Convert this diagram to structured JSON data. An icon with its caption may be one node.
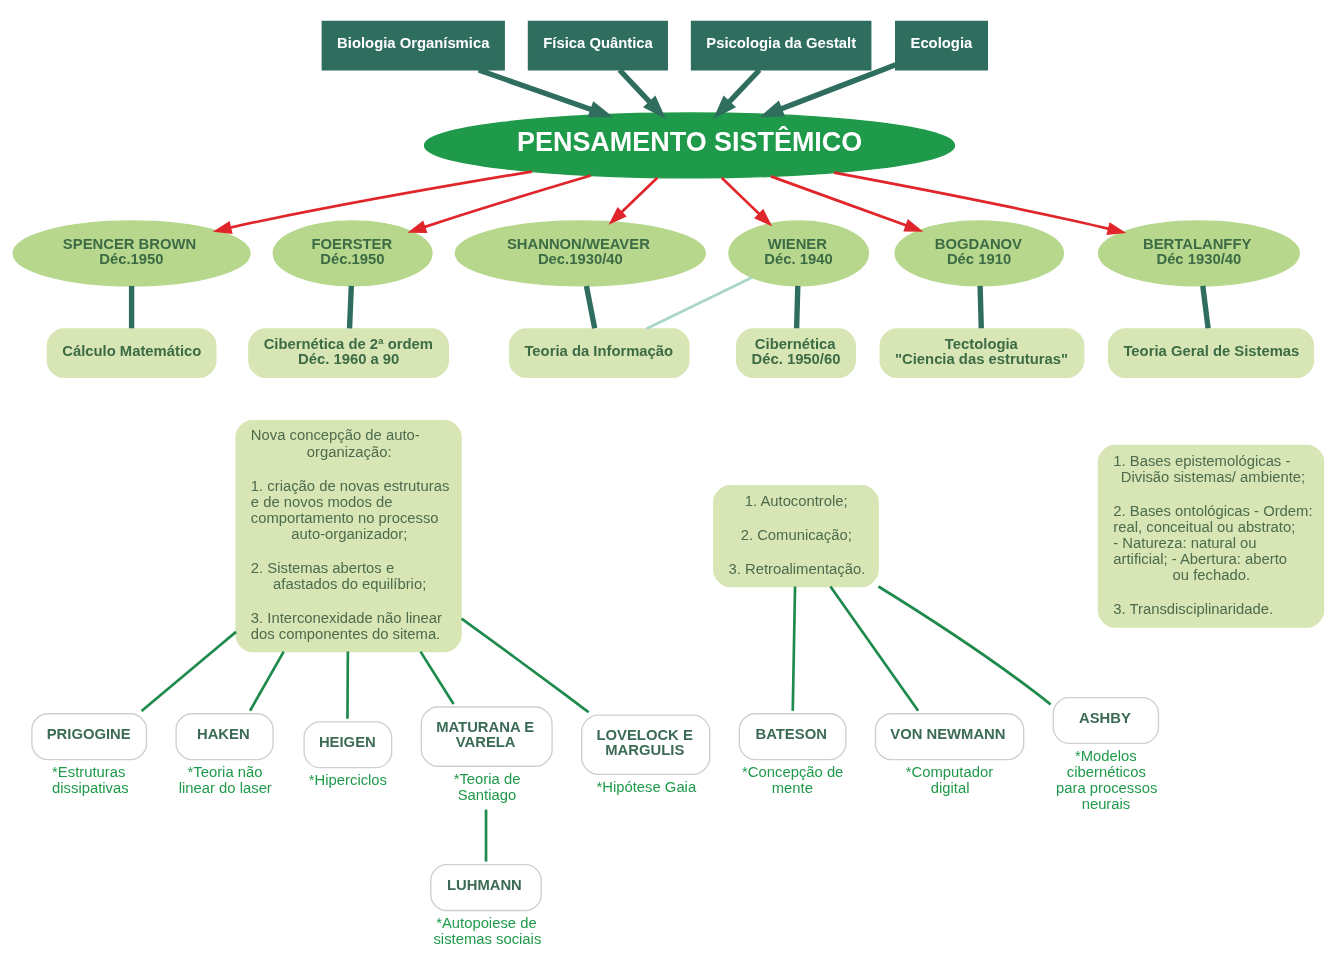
{
  "diagram": {
    "nodes": [
      {
        "text": [
          "Biologia Organísmica"
        ]
      },
      {
        "text": [
          "Física Quântica"
        ]
      },
      {
        "text": [
          "Psicologia da Gestalt"
        ]
      },
      {
        "text": [
          "Ecologia"
        ]
      },
      {
        "text": [
          "PENSAMENTO SISTÊMICO"
        ]
      },
      {
        "text": [
          "Cálculo Matemático"
        ]
      },
      {
        "text": [
          "SPENCER BROWN",
          "Déc.1950"
        ]
      },
      {
        "text": [
          "FOERSTER",
          "Déc.1950"
        ]
      },
      {
        "text": [
          "Cibernética de 2ª ordem",
          "Déc. 1960 a 90"
        ]
      },
      {
        "text": [
          "Nova concepção de auto-organização:",
          "1. criação de novas estruturas e de novos modos de comportamento no processo auto-organizador;",
          "2. Sistemas abertos e afastados do equilíbrio;",
          "3. Interconexidade não linear dos componentes do sitema."
        ]
      },
      {
        "text": [
          "SHANNON/WEAVER",
          "Dec.1930/40"
        ]
      },
      {
        "text": [
          "Teoria da Informação"
        ]
      },
      {
        "text": [
          "WIENER",
          "Déc. 1940"
        ]
      },
      {
        "text": [
          "Cibernética",
          "Déc. 1950/60"
        ]
      },
      {
        "text": [
          "1. Autocontrole;",
          "2. Comunicação;",
          "3. Retroalimentação."
        ]
      },
      {
        "text": [
          "BOGDANOV",
          "Déc 1910"
        ]
      },
      {
        "text": [
          "Tectologia",
          "\"Ciencia das estruturas\""
        ]
      },
      {
        "text": [
          "BERTALANFFY",
          "Déc 1930/40"
        ]
      },
      {
        "text": [
          "Teoria Geral de Sistemas"
        ]
      },
      {
        "text": [
          "1. Bases epistemológicas - Divisão sistemas/ ambiente;",
          "2. Bases ontológicas - Ordem: real, conceitual ou abstrato; - Natureza: natural ou artificial; - Abertura: aberto ou fechado.",
          "3. Transdisciplinaridade."
        ]
      },
      {
        "text": [
          "PRIGOGINE"
        ],
        "beside": [
          "*Estruturas dissipativas"
        ]
      },
      {
        "text": [
          "HAKEN"
        ],
        "beside": [
          "*Teoria não linear do laser"
        ]
      },
      {
        "text": [
          "HEIGEN"
        ],
        "beside": [
          "*Hiperciclos"
        ]
      },
      {
        "text": [
          "MATURANA E VARELA"
        ],
        "beside": [
          "*Teoria de Santiago"
        ]
      },
      {
        "text": [
          "LOVELOCK E MARGULIS"
        ],
        "beside": [
          "*Hipótese Gaia"
        ]
      },
      {
        "text": [
          "LUHMANN"
        ],
        "beside": [
          "*Autopoiese de sistemas sociais"
        ]
      },
      {
        "text": [
          "BATESON"
        ],
        "beside": [
          "*Concepção de mente"
        ]
      },
      {
        "text": [
          "VON NEWMANN"
        ],
        "beside": [
          "*Computador digital"
        ]
      },
      {
        "text": [
          "ASHBY"
        ],
        "beside": [
          "*Modelos cibernéticos para processos neurais"
        ]
      }
    ],
    "edges": [
      {
        "from": 0,
        "to": 4,
        "arrow": "to",
        "style": "thick"
      },
      {
        "from": 1,
        "to": 4,
        "arrow": "to",
        "style": "thick"
      },
      {
        "from": 2,
        "to": 4,
        "arrow": "to",
        "style": "thick"
      },
      {
        "from": 3,
        "to": 4,
        "arrow": "to",
        "style": "thick"
      },
      {
        "from": 4,
        "to": 6,
        "arrow": "to",
        "color": "#e0262b"
      },
      {
        "from": 4,
        "to": 7,
        "arrow": "to",
        "color": "#e0262b"
      },
      {
        "from": 4,
        "to": 10,
        "arrow": "to",
        "color": "#e0262b"
      },
      {
        "from": 4,
        "to": 12,
        "arrow": "to",
        "color": "#e0262b"
      },
      {
        "from": 4,
        "to": 17,
        "arrow": "to",
        "color": "#e0262b"
      },
      {
        "from": 4,
        "to": 15,
        "arrow": "to",
        "color": "#e0262b"
      },
      {
        "from": 6,
        "to": 5,
        "arrow": "none",
        "style": "thick"
      },
      {
        "from": 7,
        "to": 8,
        "arrow": "none",
        "style": "thick"
      },
      {
        "from": 10,
        "to": 11,
        "arrow": "none",
        "style": "thick"
      },
      {
        "from": 12,
        "to": 11,
        "arrow": "none",
        "color": "#a9d6c8"
      },
      {
        "from": 12,
        "to": 13,
        "arrow": "none",
        "style": "thick"
      },
      {
        "from": 15,
        "to": 16,
        "arrow": "none",
        "style": "thick"
      },
      {
        "from": 17,
        "to": 18,
        "arrow": "none",
        "style": "thick"
      },
      {
        "from": 9,
        "to": 20,
        "arrow": "none",
        "color": "#1e8a4c"
      },
      {
        "from": 9,
        "to": 21,
        "arrow": "none",
        "color": "#1e8a4c"
      },
      {
        "from": 9,
        "to": 22,
        "arrow": "none",
        "color": "#1e8a4c"
      },
      {
        "from": 9,
        "to": 23,
        "arrow": "none",
        "color": "#1e8a4c"
      },
      {
        "from": 9,
        "to": 24,
        "arrow": "none",
        "color": "#1e8a4c"
      },
      {
        "from": 23,
        "to": 25,
        "arrow": "none",
        "color": "#1e8a4c"
      },
      {
        "from": 14,
        "to": 26,
        "arrow": "none",
        "color": "#1e8a4c"
      },
      {
        "from": 14,
        "to": 27,
        "arrow": "none",
        "color": "#1e8a4c"
      },
      {
        "from": 14,
        "to": 28,
        "arrow": "none",
        "color": "#1e8a4c"
      }
    ]
  }
}
